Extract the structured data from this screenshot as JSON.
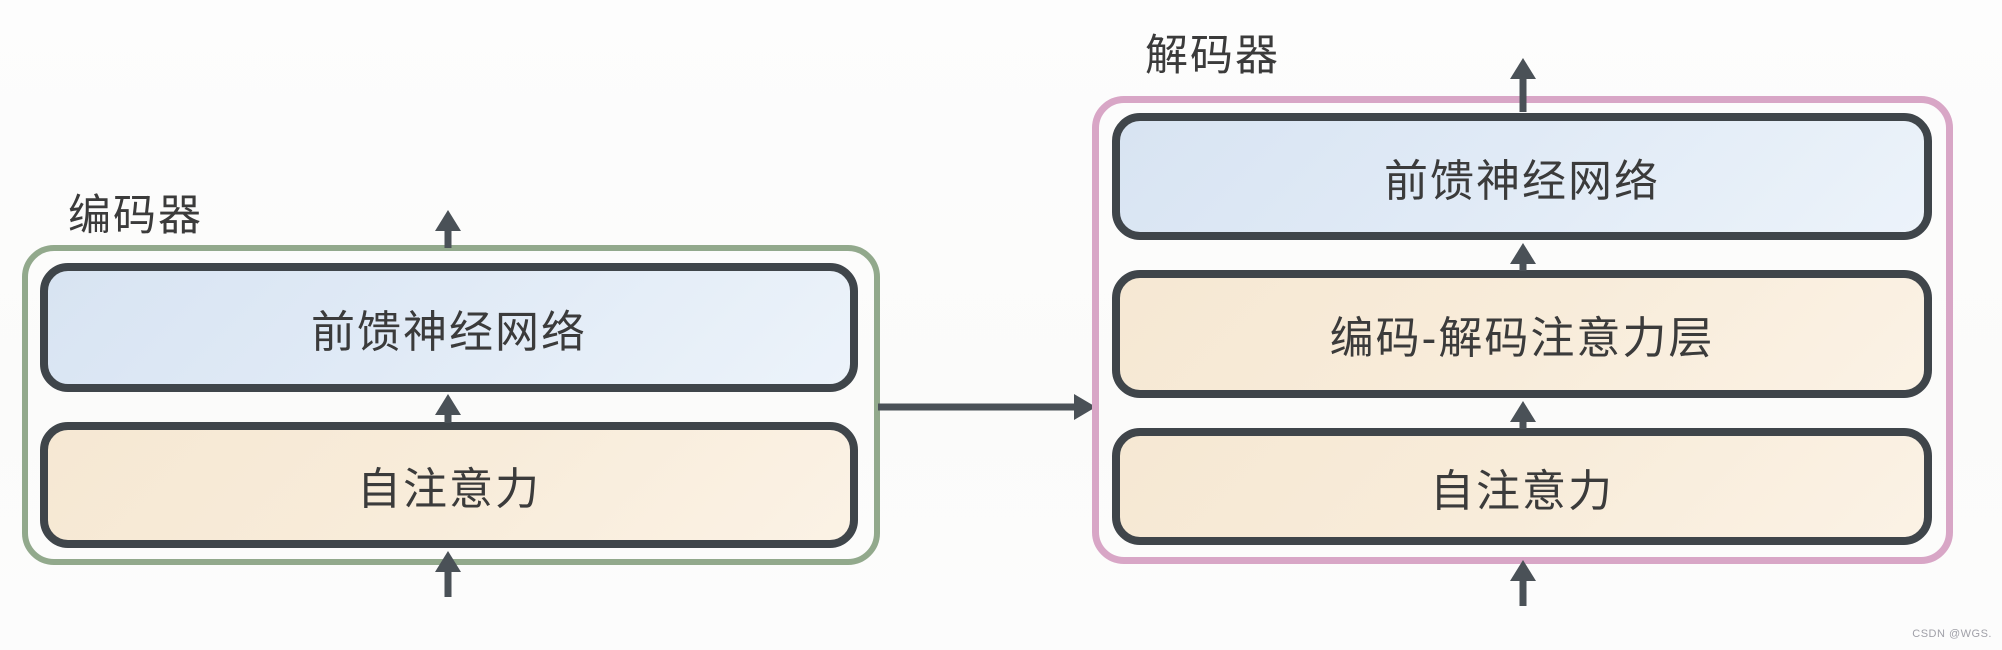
{
  "diagram": {
    "type": "transformer-encoder-decoder-architecture",
    "encoder": {
      "label": "编码器",
      "layers": [
        {
          "name": "feed-forward-network",
          "label": "前馈神经网络"
        },
        {
          "name": "self-attention",
          "label": "自注意力"
        }
      ]
    },
    "decoder": {
      "label": "解码器",
      "layers": [
        {
          "name": "feed-forward-network",
          "label": "前馈神经网络"
        },
        {
          "name": "encoder-decoder-attention",
          "label": "编码-解码注意力层"
        },
        {
          "name": "self-attention",
          "label": "自注意力"
        }
      ]
    },
    "watermark": "CSDN @WGS.",
    "colors": {
      "encoder_outline": "#92a98c",
      "decoder_outline": "#d8a6c6",
      "feed_forward_fill": "#dde8f4",
      "attention_fill": "#f8ecda",
      "layer_border": "#3f454a",
      "arrow": "#4a5157",
      "text": "#3b3b3b",
      "watermark_text": "#a0a0a8"
    }
  }
}
